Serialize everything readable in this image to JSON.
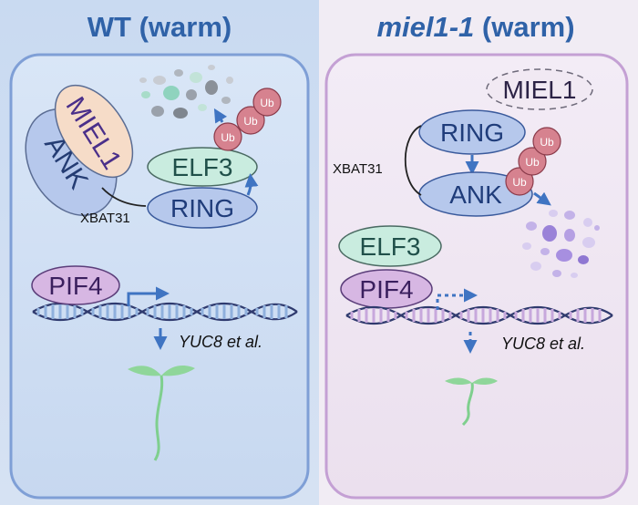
{
  "panels": {
    "left": {
      "title": "WT (warm)",
      "xbat_label": "XBAT31",
      "miel1": "MIEL1",
      "ank": "ANK",
      "elf3": "ELF3",
      "ring": "RING",
      "ub": [
        "Ub",
        "Ub",
        "Ub"
      ],
      "pif4": "PIF4",
      "target": "YUC8 et al."
    },
    "right": {
      "title_italic": "miel1-1",
      "title_rest": " (warm)",
      "miel1": "MIEL1",
      "ring": "RING",
      "ank": "ANK",
      "xbat_label": "XBAT31",
      "ub": [
        "Ub",
        "Ub",
        "Ub"
      ],
      "elf3": "ELF3",
      "pif4": "PIF4",
      "target": "YUC8 et al."
    }
  },
  "colors": {
    "title": "#2f62a8",
    "left_bg": "#cfdff3",
    "left_border": "#7f9fd6",
    "right_bg": "#f1e9f3",
    "right_border": "#c4a0d4",
    "ank_ring": "#b6c8ec",
    "miel1": "#f6dcc8",
    "elf3": "#c9ecdf",
    "pif4": "#d7b7e3",
    "ub": "#d6828f",
    "arrow": "#3f74c2",
    "seedling": "#7fcf8e"
  }
}
